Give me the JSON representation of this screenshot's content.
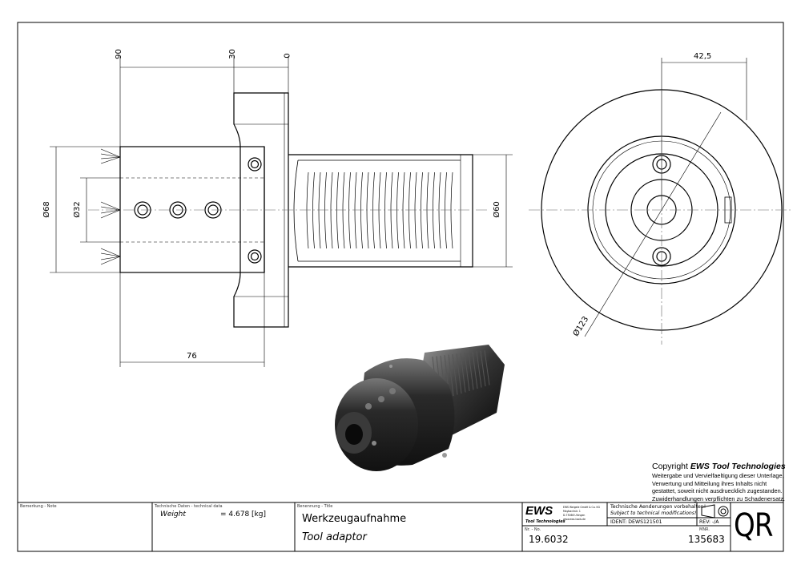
{
  "dimensions": {
    "d90": "90",
    "d30": "30",
    "d0": "0",
    "d68": "Ø68",
    "d32": "Ø32",
    "d60": "Ø60",
    "d76": "76",
    "d42_5": "42,5",
    "d123": "Ø123"
  },
  "copyright": {
    "prefix": "Copyright ",
    "brand": "EWS Tool Technologies",
    "lines": [
      "Weitergabe und Vervielfaeltigung dieser Unterlage,",
      "Verwertung und Mitteilung ihres Inhalts nicht",
      "gestattet, soweit nicht ausdruecklich zugestanden.",
      "Zuwiderhandlungen verpflichten zu Schadenersatz."
    ]
  },
  "title_block": {
    "note_label": "Bemerkung - Note",
    "tech_label": "Technische Daten - technical data",
    "weight_label": "Weight",
    "weight_value": "= 4.678 [kg]",
    "title_label": "Benennung - Title",
    "title_de": "Werkzeugaufnahme",
    "title_en": "Tool adaptor",
    "logo_text": "EWS",
    "logo_sub": "Tool Technologies",
    "company": [
      "EWS Weigele GmbH & Co. KG",
      "Maybachstr. 1",
      "D-73066 Uhingen",
      "www.ews-tools.de"
    ],
    "changes_de": "Technische Aenderungen vorbehalten!",
    "changes_en": "Subject to technical modifications!",
    "ident": "IDENT:  DEWS121501",
    "rev": "REV:  -/A",
    "nr_label": "Nr. - No.",
    "nr": "19.6032",
    "mnr_label": "MNR.",
    "mnr": "135683",
    "qr": "QR"
  },
  "colors": {
    "line": "#000000",
    "center": "#666666"
  }
}
